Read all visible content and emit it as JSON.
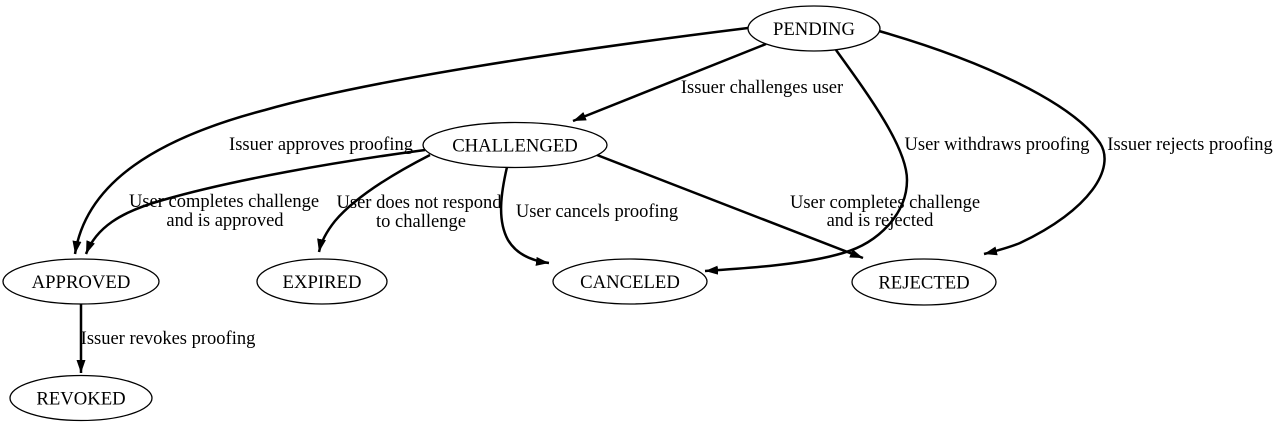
{
  "colors": {
    "background": "#ffffff",
    "line": "#000000",
    "node_fill": "#ffffff",
    "text": "#000000"
  },
  "diagram": {
    "kind": "state-transition-diagram",
    "nodes": [
      {
        "id": "pending",
        "label": "PENDING"
      },
      {
        "id": "challenged",
        "label": "CHALLENGED"
      },
      {
        "id": "approved",
        "label": "APPROVED"
      },
      {
        "id": "expired",
        "label": "EXPIRED"
      },
      {
        "id": "canceled",
        "label": "CANCELED"
      },
      {
        "id": "rejected",
        "label": "REJECTED"
      },
      {
        "id": "revoked",
        "label": "REVOKED"
      }
    ],
    "edges": [
      {
        "from": "PENDING",
        "to": "CHALLENGED",
        "label": "Issuer challenges user",
        "label_lines": [
          "Issuer challenges user"
        ]
      },
      {
        "from": "PENDING",
        "to": "APPROVED",
        "label": "Issuer approves proofing",
        "label_lines": [
          "Issuer approves proofing"
        ]
      },
      {
        "from": "PENDING",
        "to": "CANCELED",
        "label": "User withdraws proofing",
        "label_lines": [
          "User withdraws proofing"
        ]
      },
      {
        "from": "PENDING",
        "to": "REJECTED",
        "label": "Issuer rejects proofing",
        "label_lines": [
          "Issuer rejects proofing"
        ]
      },
      {
        "from": "CHALLENGED",
        "to": "APPROVED",
        "label": "User completes challenge and is approved",
        "label_lines": [
          "User completes challenge",
          "and is approved"
        ]
      },
      {
        "from": "CHALLENGED",
        "to": "EXPIRED",
        "label": "User does not respond to challenge",
        "label_lines": [
          "User does not respond",
          "to challenge"
        ]
      },
      {
        "from": "CHALLENGED",
        "to": "CANCELED",
        "label": "User cancels proofing",
        "label_lines": [
          "User cancels proofing"
        ]
      },
      {
        "from": "CHALLENGED",
        "to": "REJECTED",
        "label": "User completes challenge and is rejected",
        "label_lines": [
          "User completes challenge",
          "and is rejected"
        ]
      },
      {
        "from": "APPROVED",
        "to": "REVOKED",
        "label": "Issuer revokes proofing",
        "label_lines": [
          "Issuer revokes proofing"
        ]
      }
    ]
  }
}
